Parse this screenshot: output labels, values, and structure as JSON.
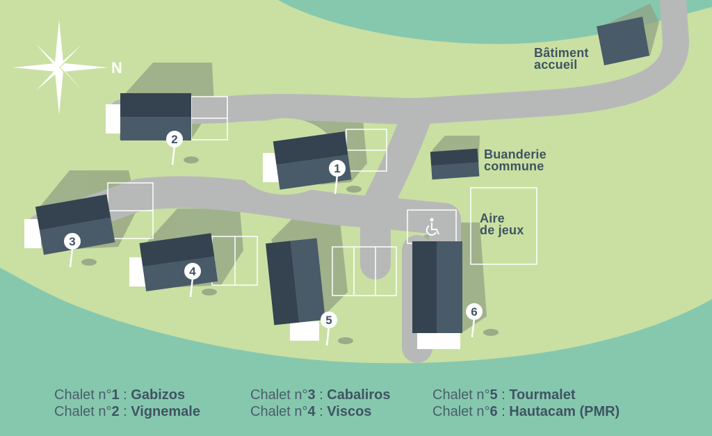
{
  "compass": {
    "north_label": "N",
    "icon": "compass-rose-icon"
  },
  "labels": {
    "welcome_building": [
      "Bâtiment",
      "accueil"
    ],
    "laundry": [
      "Buanderie",
      "commune"
    ],
    "playground": [
      "Aire",
      "de jeux"
    ]
  },
  "accessibility": {
    "icon": "wheelchair-icon"
  },
  "chalet_numbers": [
    "1",
    "2",
    "3",
    "4",
    "5",
    "6"
  ],
  "legend": {
    "prefix": "Chalet n°",
    "separator": " : ",
    "columns": [
      [
        {
          "num": "1",
          "name": "Gabizos"
        },
        {
          "num": "2",
          "name": "Vignemale"
        }
      ],
      [
        {
          "num": "3",
          "name": "Cabaliros"
        },
        {
          "num": "4",
          "name": "Viscos"
        }
      ],
      [
        {
          "num": "5",
          "name": "Tourmalet"
        },
        {
          "num": "6",
          "name": "Hautacam (PMR)"
        }
      ]
    ]
  },
  "colors": {
    "water": "#86c8ae",
    "grass": "#c9e0a2",
    "road": "#b7b9b8",
    "roof_dark": "#34434f",
    "roof_light": "#495a68",
    "shadow": "#8f9e81",
    "text": "#3f5363"
  }
}
